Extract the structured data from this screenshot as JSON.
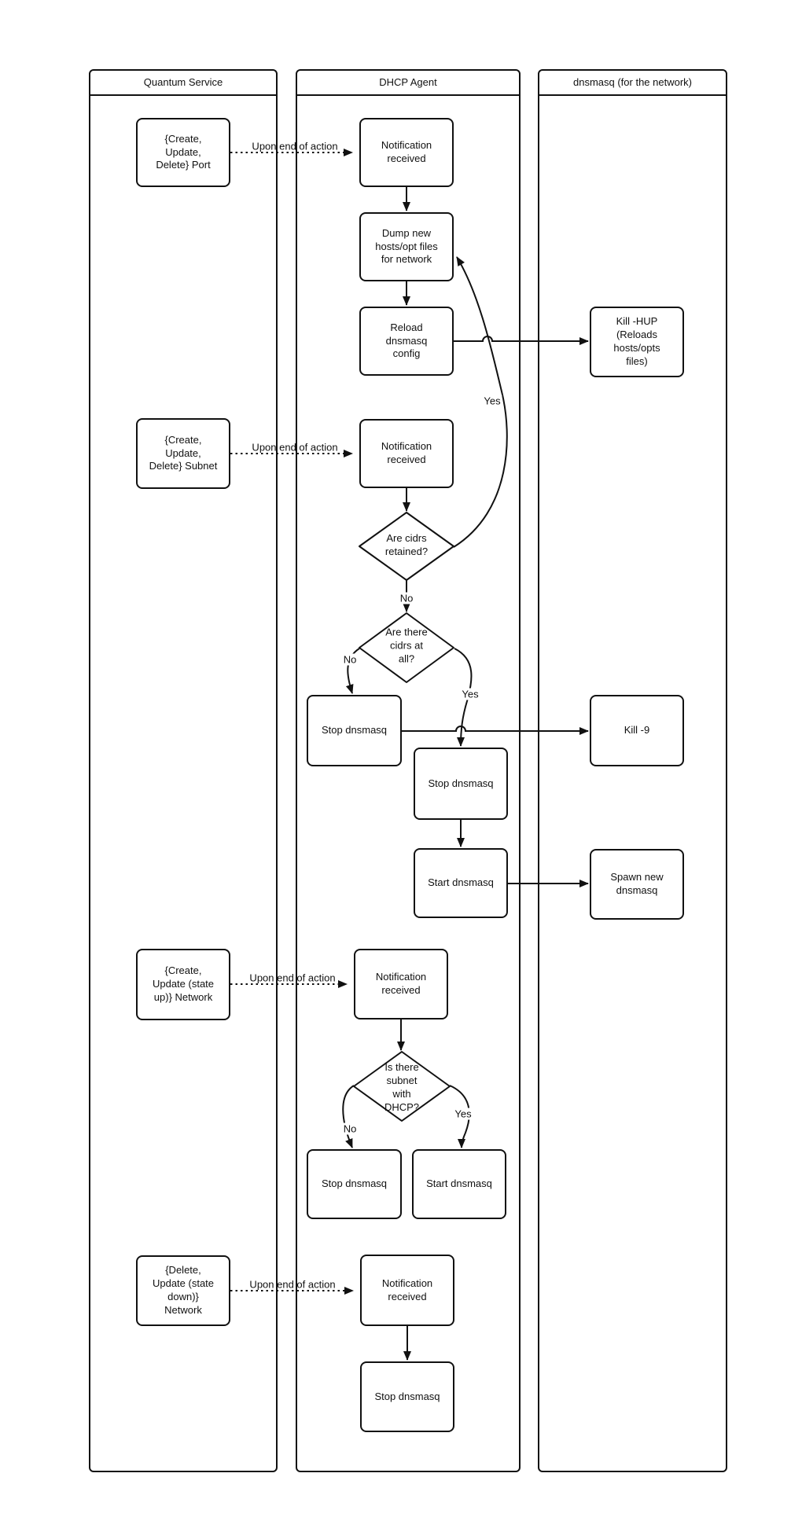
{
  "diagram": {
    "lanes": [
      {
        "id": "quantum-service",
        "title": "Quantum Service"
      },
      {
        "id": "dhcp-agent",
        "title": "DHCP Agent"
      },
      {
        "id": "dnsmasq",
        "title": "dnsmasq (for the network)"
      }
    ],
    "nodes": {
      "port_event": {
        "label": "{Create,\nUpdate,\nDelete} Port"
      },
      "subnet_event": {
        "label": "{Create,\nUpdate,\nDelete} Subnet"
      },
      "network_up_event": {
        "label": "{Create,\nUpdate (state\nup)} Network"
      },
      "network_down_event": {
        "label": "{Delete,\nUpdate (state\ndown)}\nNetwork"
      },
      "notification_1": {
        "label": "Notification\nreceived"
      },
      "dump_files": {
        "label": "Dump new\nhosts/opt files\nfor network"
      },
      "reload_config": {
        "label": "Reload\ndnsmasq\nconfig"
      },
      "notification_2": {
        "label": "Notification\nreceived"
      },
      "are_cidrs_retained": {
        "label": "Are cidrs\nretained?"
      },
      "are_there_cidrs": {
        "label": "Are there\ncidrs at\nall?"
      },
      "stop_dnsmasq_1": {
        "label": "Stop dnsmasq"
      },
      "stop_dnsmasq_2": {
        "label": "Stop dnsmasq"
      },
      "start_dnsmasq_1": {
        "label": "Start dnsmasq"
      },
      "notification_3": {
        "label": "Notification\nreceived"
      },
      "is_there_subnet": {
        "label": "Is there\nsubnet\nwith\nDHCP?"
      },
      "stop_dnsmasq_3": {
        "label": "Stop dnsmasq"
      },
      "start_dnsmasq_2": {
        "label": "Start dnsmasq"
      },
      "notification_4": {
        "label": "Notification\nreceived"
      },
      "stop_dnsmasq_4": {
        "label": "Stop dnsmasq"
      },
      "kill_hup": {
        "label": "Kill -HUP\n(Reloads\nhosts/opts\nfiles)"
      },
      "kill_9": {
        "label": "Kill -9"
      },
      "spawn_new": {
        "label": "Spawn new\ndnsmasq"
      }
    },
    "edge_labels": {
      "upon_1": "Upon end of action",
      "upon_2": "Upon end of action",
      "upon_3": "Upon end of action",
      "upon_4": "Upon end of action",
      "yes_retained": "Yes",
      "no_retained": "No",
      "no_cidrs": "No",
      "yes_cidrs": "Yes",
      "no_subnet": "No",
      "yes_subnet": "Yes"
    },
    "colors": {
      "line": "#111111",
      "node_fill": "#ffffff"
    }
  }
}
